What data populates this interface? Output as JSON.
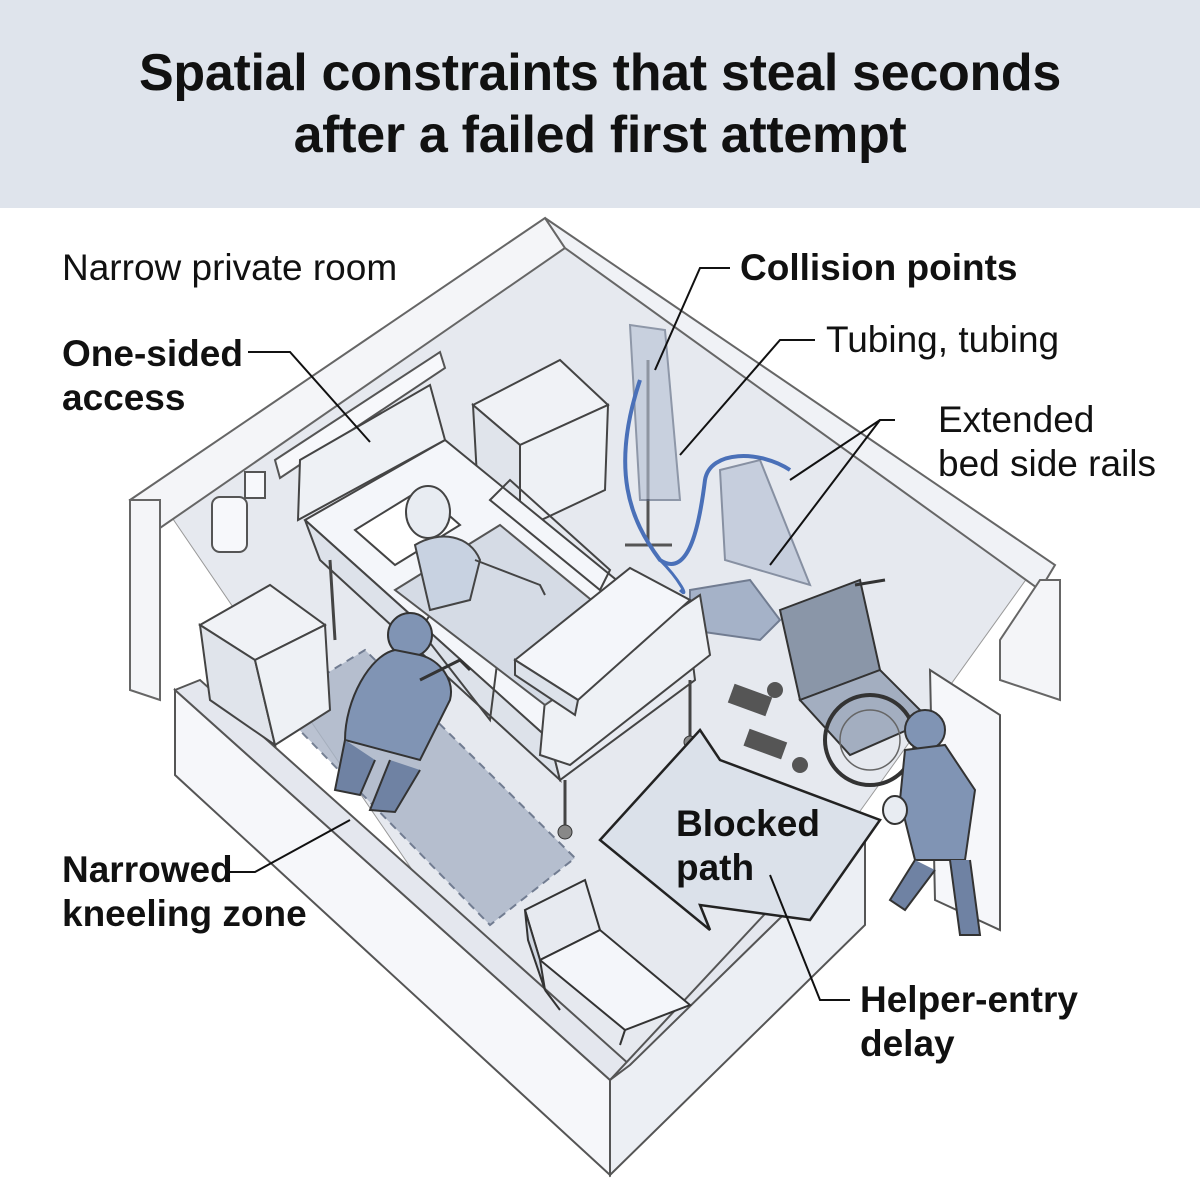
{
  "title": {
    "line1": "Spatial constraints that steal seconds",
    "line2": "after a failed first attempt"
  },
  "labels": {
    "room": "Narrow private room",
    "one_sided": [
      "One-sided",
      "access"
    ],
    "collision": "Collision points",
    "tubing": "Tubing, tubing",
    "rails": [
      "Extended",
      "bed side rails"
    ],
    "blocked": [
      "Blocked",
      "path"
    ],
    "kneeling": [
      "Narrowed",
      "kneeling zone"
    ],
    "helper": [
      "Helper-entry",
      "delay"
    ]
  },
  "colors": {
    "header_bg": "#dfe4ec",
    "figure_blue": "#8094b4",
    "floor": "#e4e8ef",
    "zone": "#a9b4c6",
    "ink": "#111111"
  }
}
